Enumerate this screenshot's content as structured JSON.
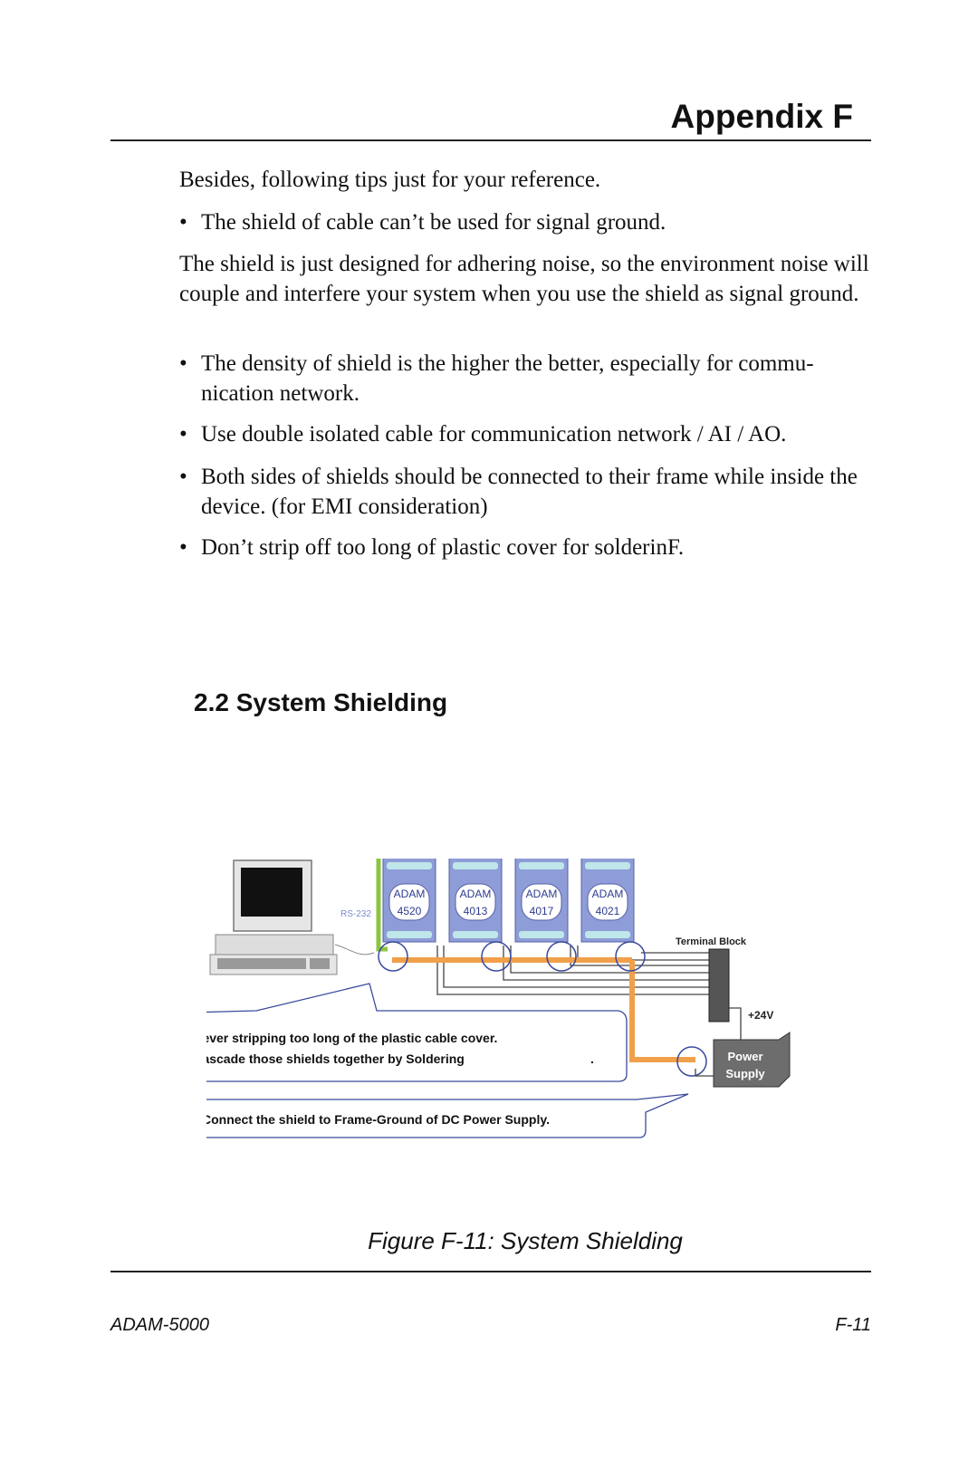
{
  "header": {
    "title": "Appendix F"
  },
  "intro": "Besides, following tips just for your reference.",
  "tip1": "The shield of cable can’t be used for signal ground.",
  "paragraph": "The shield is just designed for adhering noise, so the environment noise will couple and interfere your system when you use the shield as signal ground.",
  "tips": [
    "The density of shield is the higher the better, especially for commu-nication network.",
    "Use double isolated cable for communication network / AI / AO.",
    "Both sides of shields should be connected to their frame while inside the device. (for EMI consideration)",
    "Don’t strip off too long of plastic cover for solderinF."
  ],
  "section": {
    "heading": "2.2 System Shielding"
  },
  "diagram": {
    "rs232_label": "RS-232",
    "modules": [
      {
        "brand": "ADAM",
        "model": "4520"
      },
      {
        "brand": "ADAM",
        "model": "4013"
      },
      {
        "brand": "ADAM",
        "model": "4017"
      },
      {
        "brand": "ADAM",
        "model": "4021"
      }
    ],
    "terminal_block_label": "Terminal Block",
    "voltage_label": "+24V",
    "power_supply_line1": "Power",
    "power_supply_line2": "Supply",
    "note_line1": "* Never stripping too long of the plastic cable cover.",
    "note_line2": "* Cascade those shields together by Soldering",
    "note_line2_end": ".",
    "connect_note": "Connect the shield to Frame-Ground of DC Power Supply."
  },
  "caption": "Figure F-11: System Shielding",
  "footer": {
    "left": "ADAM-5000",
    "right": "F-11"
  },
  "colors": {
    "orange_wire": "#f0a04a",
    "green_wire": "#8cc63f",
    "module_blue": "#7b8ccf"
  }
}
